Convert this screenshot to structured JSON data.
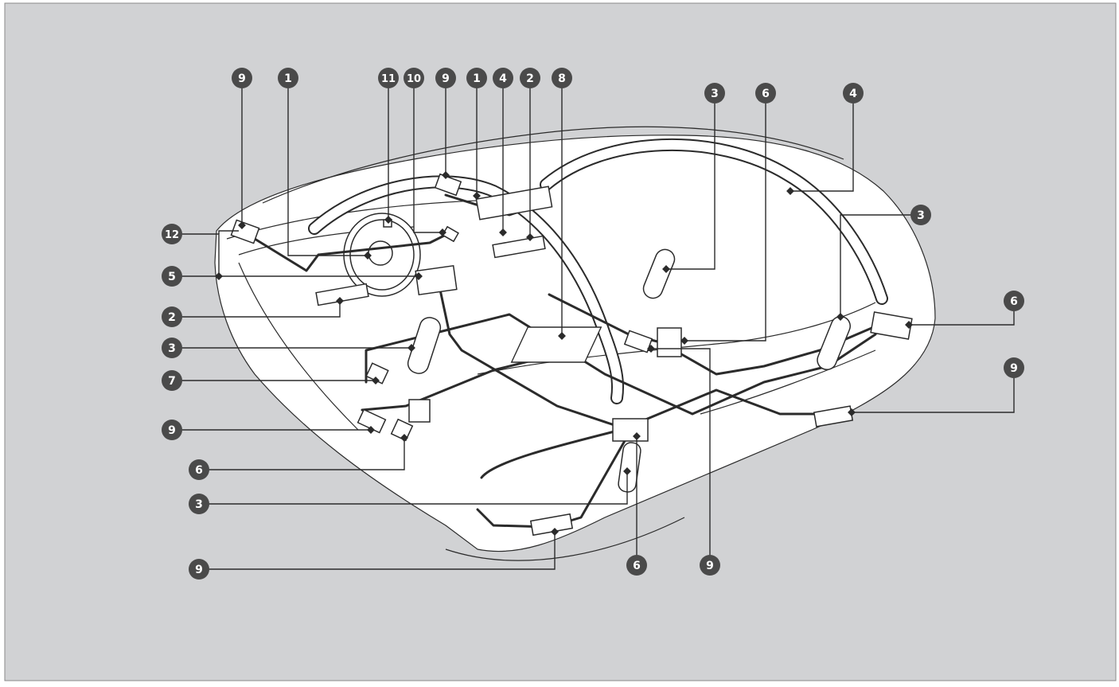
{
  "diagram": {
    "colors": {
      "background": "#d1d2d4",
      "body_fill": "#ffffff",
      "line": "#2b2b2b",
      "callout_badge": "#4a4a4a",
      "callout_text": "#ffffff"
    },
    "callouts": [
      {
        "id": "c-top-9a",
        "label": "9"
      },
      {
        "id": "c-top-1a",
        "label": "1"
      },
      {
        "id": "c-top-11",
        "label": "11"
      },
      {
        "id": "c-top-10",
        "label": "10"
      },
      {
        "id": "c-top-9b",
        "label": "9"
      },
      {
        "id": "c-top-1b",
        "label": "1"
      },
      {
        "id": "c-top-4a",
        "label": "4"
      },
      {
        "id": "c-top-2",
        "label": "2"
      },
      {
        "id": "c-top-8",
        "label": "8"
      },
      {
        "id": "c-top-3",
        "label": "3"
      },
      {
        "id": "c-top-6",
        "label": "6"
      },
      {
        "id": "c-top-4b",
        "label": "4"
      },
      {
        "id": "c-left-12",
        "label": "12"
      },
      {
        "id": "c-left-5",
        "label": "5"
      },
      {
        "id": "c-left-2",
        "label": "2"
      },
      {
        "id": "c-left-3",
        "label": "3"
      },
      {
        "id": "c-left-7",
        "label": "7"
      },
      {
        "id": "c-left-9",
        "label": "9"
      },
      {
        "id": "c-left-6",
        "label": "6"
      },
      {
        "id": "c-left-3b",
        "label": "3"
      },
      {
        "id": "c-left-9b",
        "label": "9"
      },
      {
        "id": "c-right-3",
        "label": "3"
      },
      {
        "id": "c-right-6",
        "label": "6"
      },
      {
        "id": "c-right-9",
        "label": "9"
      },
      {
        "id": "c-bot-6",
        "label": "6"
      },
      {
        "id": "c-bot-9",
        "label": "9"
      }
    ]
  }
}
